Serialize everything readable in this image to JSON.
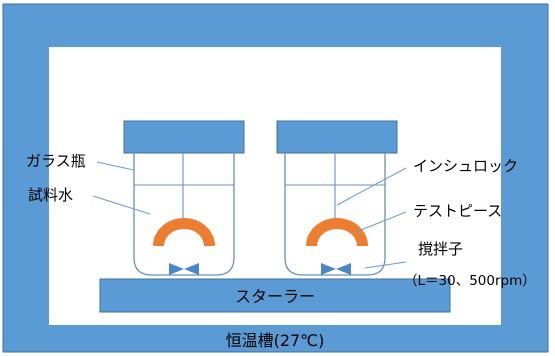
{
  "labels": {
    "glass_bottle": "ガラス瓶",
    "sample_water": "試料水",
    "cable_tie": "インシュロック",
    "test_piece": "テストピース",
    "stir_bar": "撹拌子",
    "stir_bar_spec": "（L＝30、500rpm）",
    "stirrer": "スターラー",
    "incubator": "恒温槽(27℃)"
  },
  "colors": {
    "chamber_wall": "#5b9bd5",
    "chamber_border": "#41719c",
    "chamber_inner": "#ffffff",
    "cap": "#5b9bd5",
    "stirrer": "#5b9bd5",
    "test_piece": "#ed7d31",
    "stir_bar": "#4a86c8",
    "leader_line": "#6a9ad4",
    "bottle_outline": "#6b8fb8",
    "stirrer_text": "#ffffff"
  },
  "icons": {
    "bottle": "glass-bottle-icon",
    "cap": "bottle-cap-icon",
    "test_piece": "arch-test-piece-icon",
    "stir_bar": "bowtie-stir-bar-icon"
  }
}
